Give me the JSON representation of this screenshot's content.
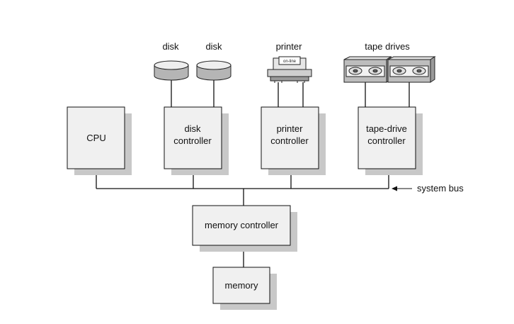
{
  "devices": {
    "disk_1": "disk",
    "disk_2": "disk",
    "printer": "printer",
    "printer_display": "on-line",
    "tape_drives": "tape drives"
  },
  "boxes": {
    "cpu": [
      "CPU"
    ],
    "disk_controller": [
      "disk",
      "controller"
    ],
    "printer_controller": [
      "printer",
      "controller"
    ],
    "tape_controller": [
      "tape-drive",
      "controller"
    ],
    "memory_controller": [
      "memory controller"
    ],
    "memory": [
      "memory"
    ]
  },
  "bus_label": "system bus",
  "colors": {
    "shadow": "#c8c8c8",
    "box_fill": "#f0f0f0",
    "stroke": "#111111"
  }
}
